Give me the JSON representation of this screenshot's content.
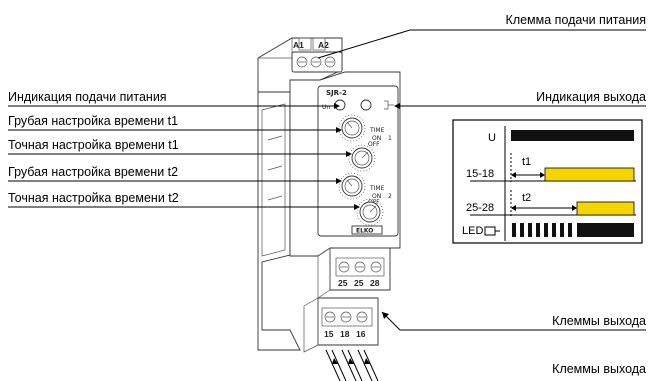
{
  "labels": {
    "power_terminal": "Клемма подачи питания",
    "power_indication": "Индикация  подачи питания",
    "output_indication": "Индикация выхода",
    "coarse_t1": "Грубая настройка времени t1",
    "fine_t1": "Точная настройка времени t1",
    "coarse_t2": "Грубая настройка времени t2",
    "fine_t2": "Точная настройка времени t2",
    "output_terminals_1": "Клеммы выхода",
    "output_terminals_2": "Клеммы выхода"
  },
  "device": {
    "model": "SJR-2",
    "terminals_top": [
      "A1",
      "A2"
    ],
    "terminals_mid": [
      "25",
      "25",
      "28"
    ],
    "terminals_bottom": [
      "15",
      "18",
      "16"
    ],
    "led_power": "Un",
    "dial_time_label": "TIME",
    "dial1_num": "1",
    "dial2_num": "2",
    "on_label": "ON",
    "off_label": "OFF",
    "brand": "ELKO"
  },
  "chart_data": {
    "type": "timing",
    "rows": [
      "U",
      "15-18",
      "25-28",
      "LED"
    ],
    "markers": [
      "t1",
      "t2"
    ],
    "colors": {
      "on": "#111111",
      "active": "#f5d400",
      "axis": "#000000"
    }
  }
}
